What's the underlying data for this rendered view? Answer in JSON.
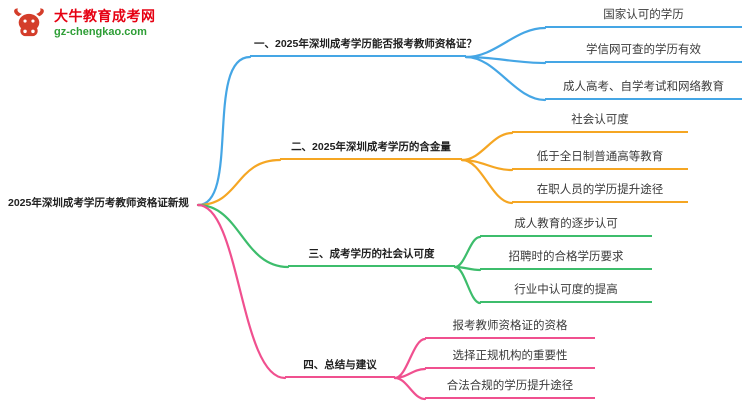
{
  "logo": {
    "site_name": "大牛教育成考网",
    "site_url": "gz-chengkao.com",
    "brand_color": "#e60012",
    "url_color": "#2e9e36"
  },
  "mindmap": {
    "root": {
      "label": "2025年深圳成考学历考教师资格证新规"
    },
    "branches": [
      {
        "label": "一、2025年深圳成考学历能否报考教师资格证？",
        "color": "#45a6e5",
        "children": [
          "国家认可的学历",
          "学信网可查的学历有效",
          "成人高考、自学考试和网络教育"
        ]
      },
      {
        "label": "二、2025年深圳成考学历的含金量",
        "color": "#f5a623",
        "children": [
          "社会认可度",
          "低于全日制普通高等教育",
          "在职人员的学历提升途径"
        ]
      },
      {
        "label": "三、成考学历的社会认可度",
        "color": "#3dbd6c",
        "children": [
          "成人教育的逐步认可",
          "招聘时的合格学历要求",
          "行业中认可度的提高"
        ]
      },
      {
        "label": "四、总结与建议",
        "color": "#f0508f",
        "children": [
          "报考教师资格证的资格",
          "选择正规机构的重要性",
          "合法合规的学历提升途径"
        ]
      }
    ]
  }
}
